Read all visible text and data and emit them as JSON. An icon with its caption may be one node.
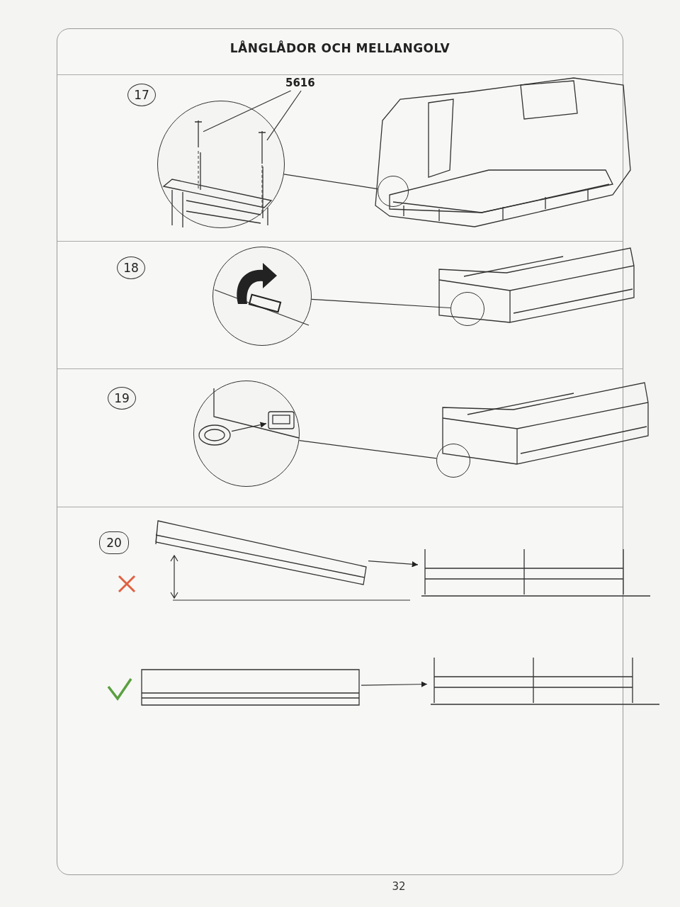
{
  "diagram": {
    "title": "LÅNGLÅDOR OCH MELLANGOLV",
    "nodes": [
      {
        "text": [
          "17"
        ]
      },
      {
        "text": [
          "5616"
        ]
      },
      {
        "text": [],
        "shape": "circle"
      },
      {
        "text": [],
        "shape": "picture",
        "in": 2
      },
      {
        "text": [],
        "shape": "picture",
        "in": 2
      },
      {
        "text": [],
        "shape": "circle"
      },
      {
        "text": [
          "18"
        ]
      },
      {
        "text": [],
        "shape": "circle"
      },
      {
        "text": [],
        "shape": "circle"
      },
      {
        "text": [
          "19"
        ]
      },
      {
        "text": [],
        "shape": "circle"
      },
      {
        "text": [],
        "shape": "picture",
        "in": 10
      },
      {
        "text": [],
        "shape": "picture",
        "in": 10
      },
      {
        "text": [],
        "shape": "circle"
      },
      {
        "text": [
          "20"
        ]
      },
      {
        "text": [],
        "shape": "picture"
      },
      {
        "text": [],
        "shape": "picture"
      },
      {
        "text": [],
        "shape": "picture"
      },
      {
        "text": [],
        "shape": "picture"
      }
    ],
    "edges": [
      {
        "from": 1,
        "to": 3,
        "arrow": "none"
      },
      {
        "from": 1,
        "to": 4,
        "arrow": "none"
      },
      {
        "from": 2,
        "to": 5,
        "arrow": "none"
      },
      {
        "from": 7,
        "to": 8,
        "arrow": "none"
      },
      {
        "from": 11,
        "to": 12,
        "arrow": "to"
      },
      {
        "from": 10,
        "to": 13,
        "arrow": "none"
      },
      {
        "from": 15,
        "to": 16,
        "arrow": "to"
      },
      {
        "from": 17,
        "to": 18,
        "arrow": "to"
      }
    ],
    "labels": [
      "32"
    ]
  }
}
